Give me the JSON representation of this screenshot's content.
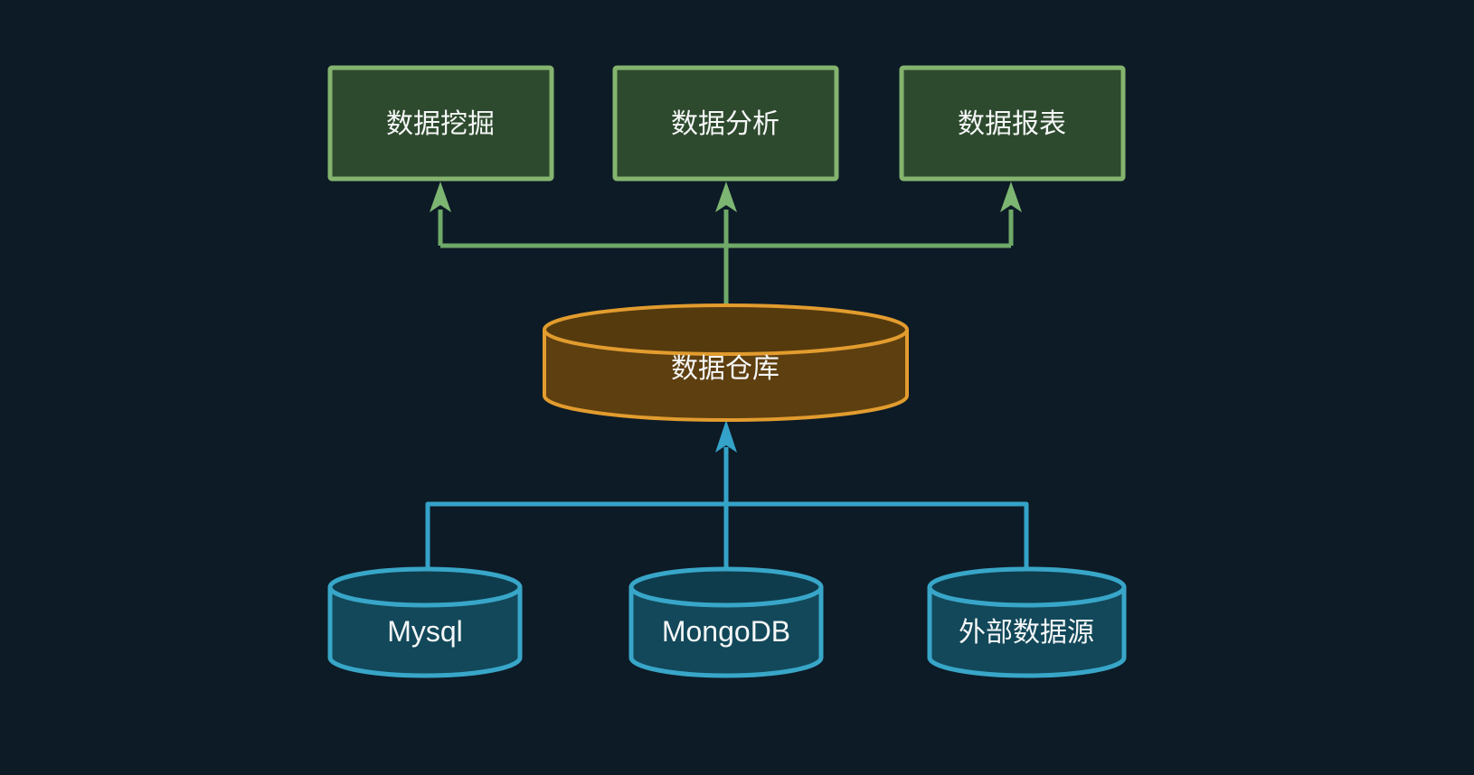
{
  "diagram": {
    "consumers": [
      {
        "label": "数据挖掘"
      },
      {
        "label": "数据分析"
      },
      {
        "label": "数据报表"
      }
    ],
    "warehouse": {
      "label": "数据仓库"
    },
    "sources": [
      {
        "label": "Mysql"
      },
      {
        "label": "MongoDB"
      },
      {
        "label": "外部数据源"
      }
    ],
    "colors": {
      "background": "#0d1b26",
      "consumer_fill": "#2e4a2e",
      "consumer_border": "#84b46e",
      "green_connector": "#6faa68",
      "warehouse_fill": "#5e3f10",
      "warehouse_top_fill": "#553a0e",
      "warehouse_border": "#e29c2e",
      "blue_connector": "#35a3c9",
      "source_fill": "#12485a",
      "source_top_fill": "#0e3c4d",
      "source_border": "#38a6c8",
      "label_text": "#f5f7f7"
    }
  }
}
